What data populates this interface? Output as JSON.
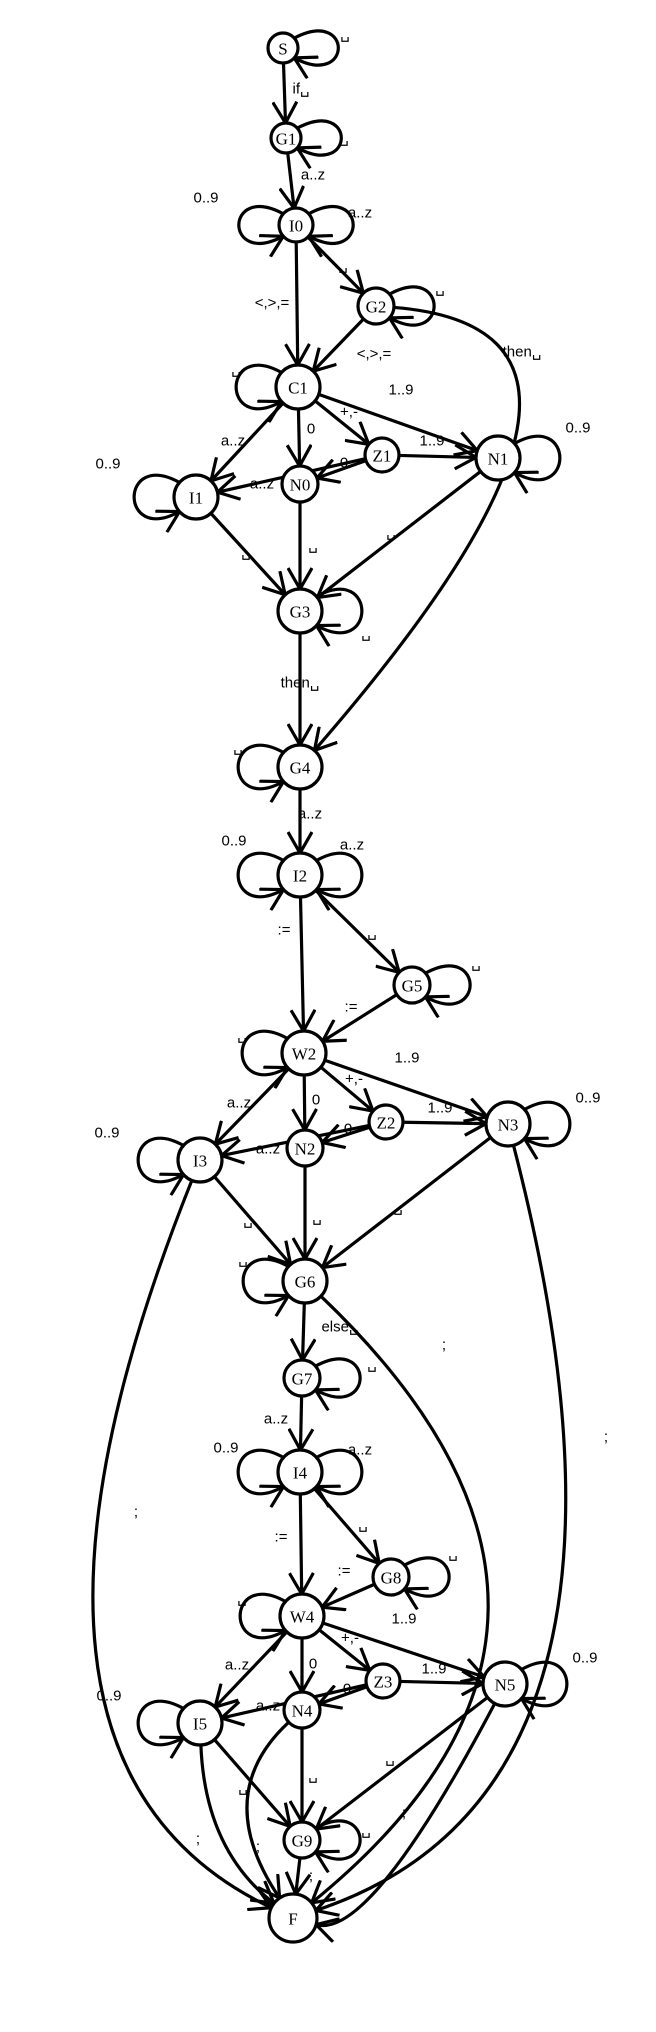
{
  "states": [
    "S",
    "G1",
    "I0",
    "G2",
    "C1",
    "I1",
    "N0",
    "Z1",
    "N1",
    "G3",
    "G4",
    "I2",
    "G5",
    "W2",
    "I3",
    "N2",
    "Z2",
    "N3",
    "G6",
    "G7",
    "I4",
    "G8",
    "W4",
    "I5",
    "N4",
    "Z3",
    "N5",
    "G9",
    "F"
  ],
  "transitions": [
    {
      "from": "S",
      "to": "S",
      "label": "␣"
    },
    {
      "from": "S",
      "to": "G1",
      "label": "if␣"
    },
    {
      "from": "G1",
      "to": "G1",
      "label": "␣"
    },
    {
      "from": "G1",
      "to": "I0",
      "label": "a..z"
    },
    {
      "from": "I0",
      "to": "I0",
      "label": "0..9"
    },
    {
      "from": "I0",
      "to": "I0",
      "label": "a..z"
    },
    {
      "from": "I0",
      "to": "C1",
      "label": "<,>,="
    },
    {
      "from": "I0",
      "to": "G2",
      "label": "␣"
    },
    {
      "from": "G2",
      "to": "G2",
      "label": "␣"
    },
    {
      "from": "G2",
      "to": "C1",
      "label": "<,>,="
    },
    {
      "from": "G2",
      "to": "G4",
      "label": "then␣"
    },
    {
      "from": "C1",
      "to": "C1",
      "label": "␣"
    },
    {
      "from": "C1",
      "to": "I1",
      "label": "a..z"
    },
    {
      "from": "C1",
      "to": "N0",
      "label": "0"
    },
    {
      "from": "C1",
      "to": "Z1",
      "label": "+,-"
    },
    {
      "from": "C1",
      "to": "N1",
      "label": "1..9"
    },
    {
      "from": "Z1",
      "to": "N1",
      "label": "1..9"
    },
    {
      "from": "Z1",
      "to": "N0",
      "label": "0"
    },
    {
      "from": "Z1",
      "to": "I1",
      "label": "a..z"
    },
    {
      "from": "N1",
      "to": "N1",
      "label": "0..9"
    },
    {
      "from": "I1",
      "to": "I1",
      "label": "0..9"
    },
    {
      "from": "I1",
      "to": "G3",
      "label": "␣"
    },
    {
      "from": "N0",
      "to": "G3",
      "label": "␣"
    },
    {
      "from": "N1",
      "to": "G3",
      "label": "␣"
    },
    {
      "from": "G3",
      "to": "G3",
      "label": "␣"
    },
    {
      "from": "G3",
      "to": "G4",
      "label": "then␣"
    },
    {
      "from": "G4",
      "to": "G4",
      "label": "␣"
    },
    {
      "from": "G4",
      "to": "I2",
      "label": "a..z"
    },
    {
      "from": "I2",
      "to": "I2",
      "label": "0..9"
    },
    {
      "from": "I2",
      "to": "I2",
      "label": "a..z"
    },
    {
      "from": "I2",
      "to": "W2",
      "label": ":="
    },
    {
      "from": "I2",
      "to": "G5",
      "label": "␣"
    },
    {
      "from": "G5",
      "to": "G5",
      "label": "␣"
    },
    {
      "from": "G5",
      "to": "W2",
      "label": ":="
    },
    {
      "from": "W2",
      "to": "W2",
      "label": "␣"
    },
    {
      "from": "W2",
      "to": "I3",
      "label": "a..z"
    },
    {
      "from": "W2",
      "to": "N2",
      "label": "0"
    },
    {
      "from": "W2",
      "to": "Z2",
      "label": "+,-"
    },
    {
      "from": "W2",
      "to": "N3",
      "label": "1..9"
    },
    {
      "from": "Z2",
      "to": "N3",
      "label": "1..9"
    },
    {
      "from": "Z2",
      "to": "N2",
      "label": "0"
    },
    {
      "from": "Z2",
      "to": "I3",
      "label": "a..z"
    },
    {
      "from": "N3",
      "to": "N3",
      "label": "0..9"
    },
    {
      "from": "I3",
      "to": "I3",
      "label": "0..9"
    },
    {
      "from": "I3",
      "to": "G6",
      "label": "␣"
    },
    {
      "from": "N2",
      "to": "G6",
      "label": "␣"
    },
    {
      "from": "N3",
      "to": "G6",
      "label": "␣"
    },
    {
      "from": "G6",
      "to": "G6",
      "label": "␣"
    },
    {
      "from": "G6",
      "to": "G7",
      "label": "else␣"
    },
    {
      "from": "G6",
      "to": "F",
      "label": ";"
    },
    {
      "from": "N3",
      "to": "F",
      "label": ";"
    },
    {
      "from": "I3",
      "to": "F",
      "label": ";"
    },
    {
      "from": "G7",
      "to": "G7",
      "label": "␣"
    },
    {
      "from": "G7",
      "to": "I4",
      "label": "a..z"
    },
    {
      "from": "I4",
      "to": "I4",
      "label": "0..9"
    },
    {
      "from": "I4",
      "to": "I4",
      "label": "a..z"
    },
    {
      "from": "I4",
      "to": "W4",
      "label": ":="
    },
    {
      "from": "I4",
      "to": "G8",
      "label": "␣"
    },
    {
      "from": "G8",
      "to": "G8",
      "label": "␣"
    },
    {
      "from": "G8",
      "to": "W4",
      "label": ":="
    },
    {
      "from": "W4",
      "to": "W4",
      "label": "␣"
    },
    {
      "from": "W4",
      "to": "I5",
      "label": "a..z"
    },
    {
      "from": "W4",
      "to": "N4",
      "label": "0"
    },
    {
      "from": "W4",
      "to": "Z3",
      "label": "+,-"
    },
    {
      "from": "W4",
      "to": "N5",
      "label": "1..9"
    },
    {
      "from": "Z3",
      "to": "N5",
      "label": "1..9"
    },
    {
      "from": "Z3",
      "to": "N4",
      "label": "0"
    },
    {
      "from": "Z3",
      "to": "I5",
      "label": "a..z"
    },
    {
      "from": "N5",
      "to": "N5",
      "label": "0..9"
    },
    {
      "from": "I5",
      "to": "I5",
      "label": "0..9"
    },
    {
      "from": "I5",
      "to": "G9",
      "label": "␣"
    },
    {
      "from": "N4",
      "to": "G9",
      "label": "␣"
    },
    {
      "from": "N5",
      "to": "G9",
      "label": "␣"
    },
    {
      "from": "I5",
      "to": "F",
      "label": ";"
    },
    {
      "from": "N4",
      "to": "F",
      "label": ";"
    },
    {
      "from": "N5",
      "to": "F",
      "label": ";"
    },
    {
      "from": "G9",
      "to": "G9",
      "label": "␣"
    },
    {
      "from": "G9",
      "to": "F",
      "label": ";"
    }
  ]
}
